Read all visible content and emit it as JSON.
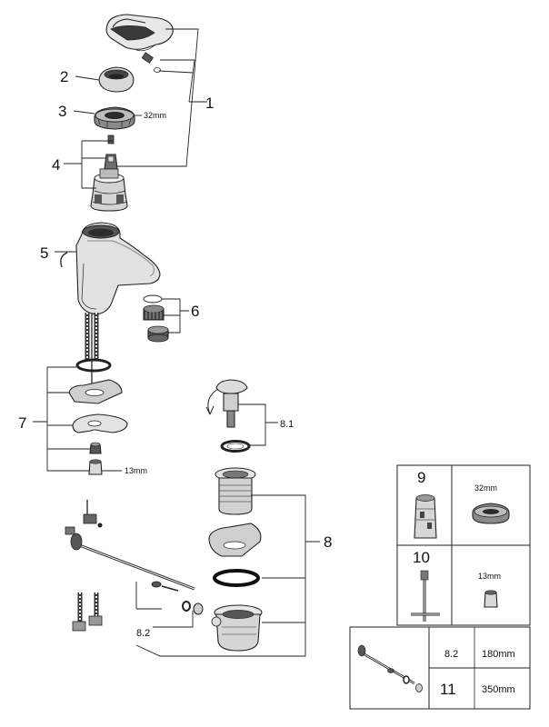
{
  "labels": {
    "l1": "1",
    "l2": "2",
    "l3": "3",
    "l4": "4",
    "l5": "5",
    "l6": "6",
    "l7": "7",
    "l8": "8",
    "l81": "8.1",
    "l82": "8.2"
  },
  "dimensions": {
    "nut_size": "32mm",
    "hex_size": "13mm"
  },
  "table": {
    "cell9_num": "9",
    "cell9_dim": "32mm",
    "cell10_num": "10",
    "cell10_dim": "13mm",
    "row_a_num": "8.2",
    "row_a_len": "180mm",
    "row_b_num": "11",
    "row_b_len": "350mm"
  }
}
